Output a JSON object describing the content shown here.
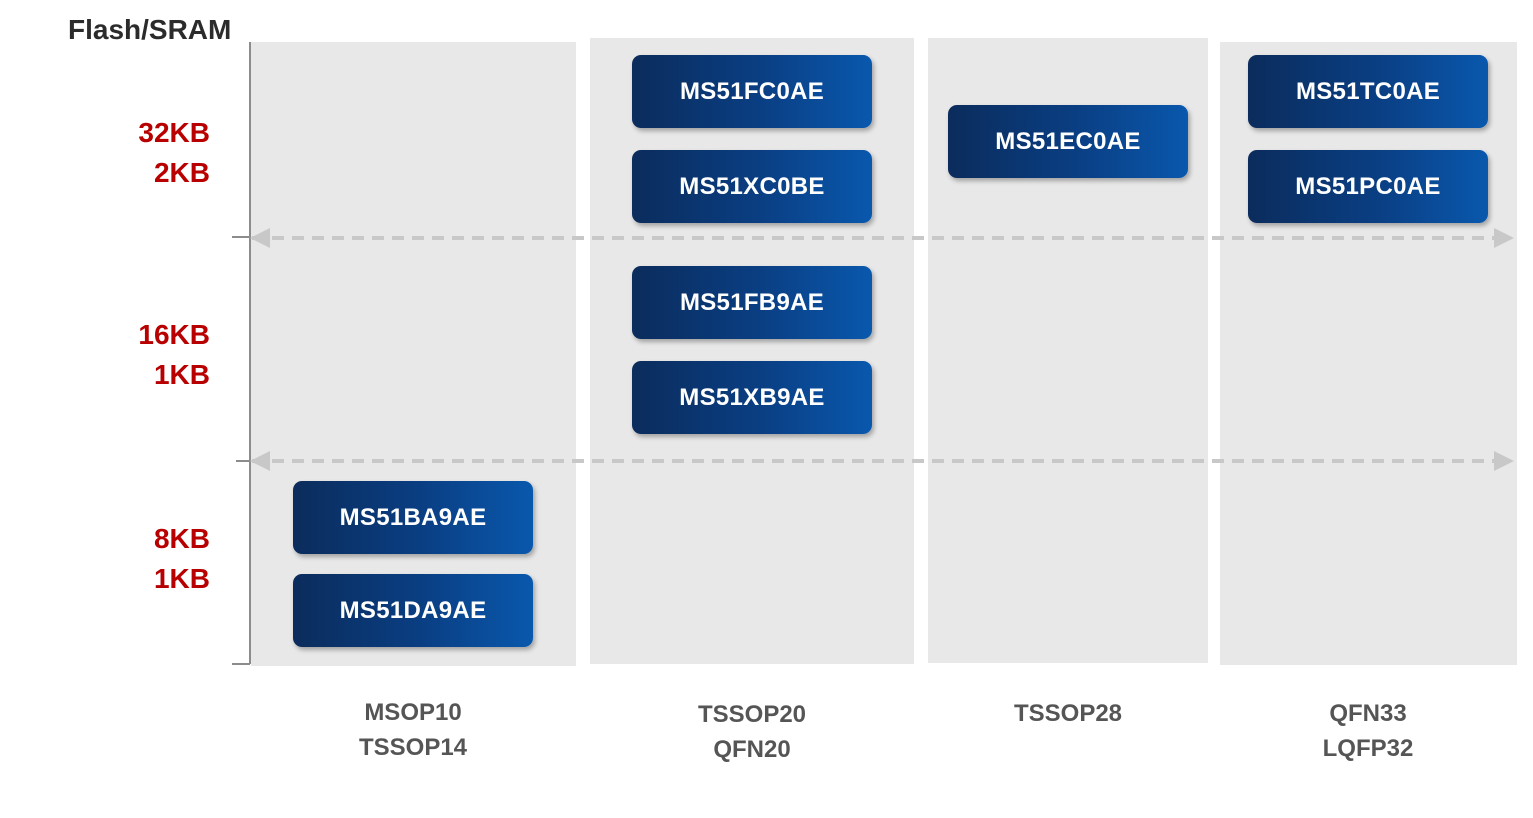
{
  "axis_title": "Flash/SRAM",
  "tiers": [
    {
      "flash": "32KB",
      "sram": "2KB"
    },
    {
      "flash": "16KB",
      "sram": "1KB"
    },
    {
      "flash": "8KB",
      "sram": "1KB"
    }
  ],
  "packages": [
    {
      "lines": [
        "MSOP10",
        "TSSOP14"
      ]
    },
    {
      "lines": [
        "TSSOP20",
        "QFN20"
      ]
    },
    {
      "lines": [
        "TSSOP28"
      ]
    },
    {
      "lines": [
        "QFN33",
        "LQFP32"
      ]
    }
  ],
  "parts": {
    "ms51fc0ae": "MS51FC0AE",
    "ms51xc0be": "MS51XC0BE",
    "ms51fb9ae": "MS51FB9AE",
    "ms51xb9ae": "MS51XB9AE",
    "ms51ec0ae": "MS51EC0AE",
    "ms51tc0ae": "MS51TC0AE",
    "ms51pc0ae": "MS51PC0AE",
    "ms51ba9ae": "MS51BA9AE",
    "ms51da9ae": "MS51DA9AE"
  },
  "colors": {
    "memory_label": "#b80000",
    "chip_start": "#0b2c5c",
    "chip_end": "#0958ad",
    "column_bg": "#e8e8e8",
    "package_label": "#555555",
    "divider": "#c8c8c8"
  }
}
